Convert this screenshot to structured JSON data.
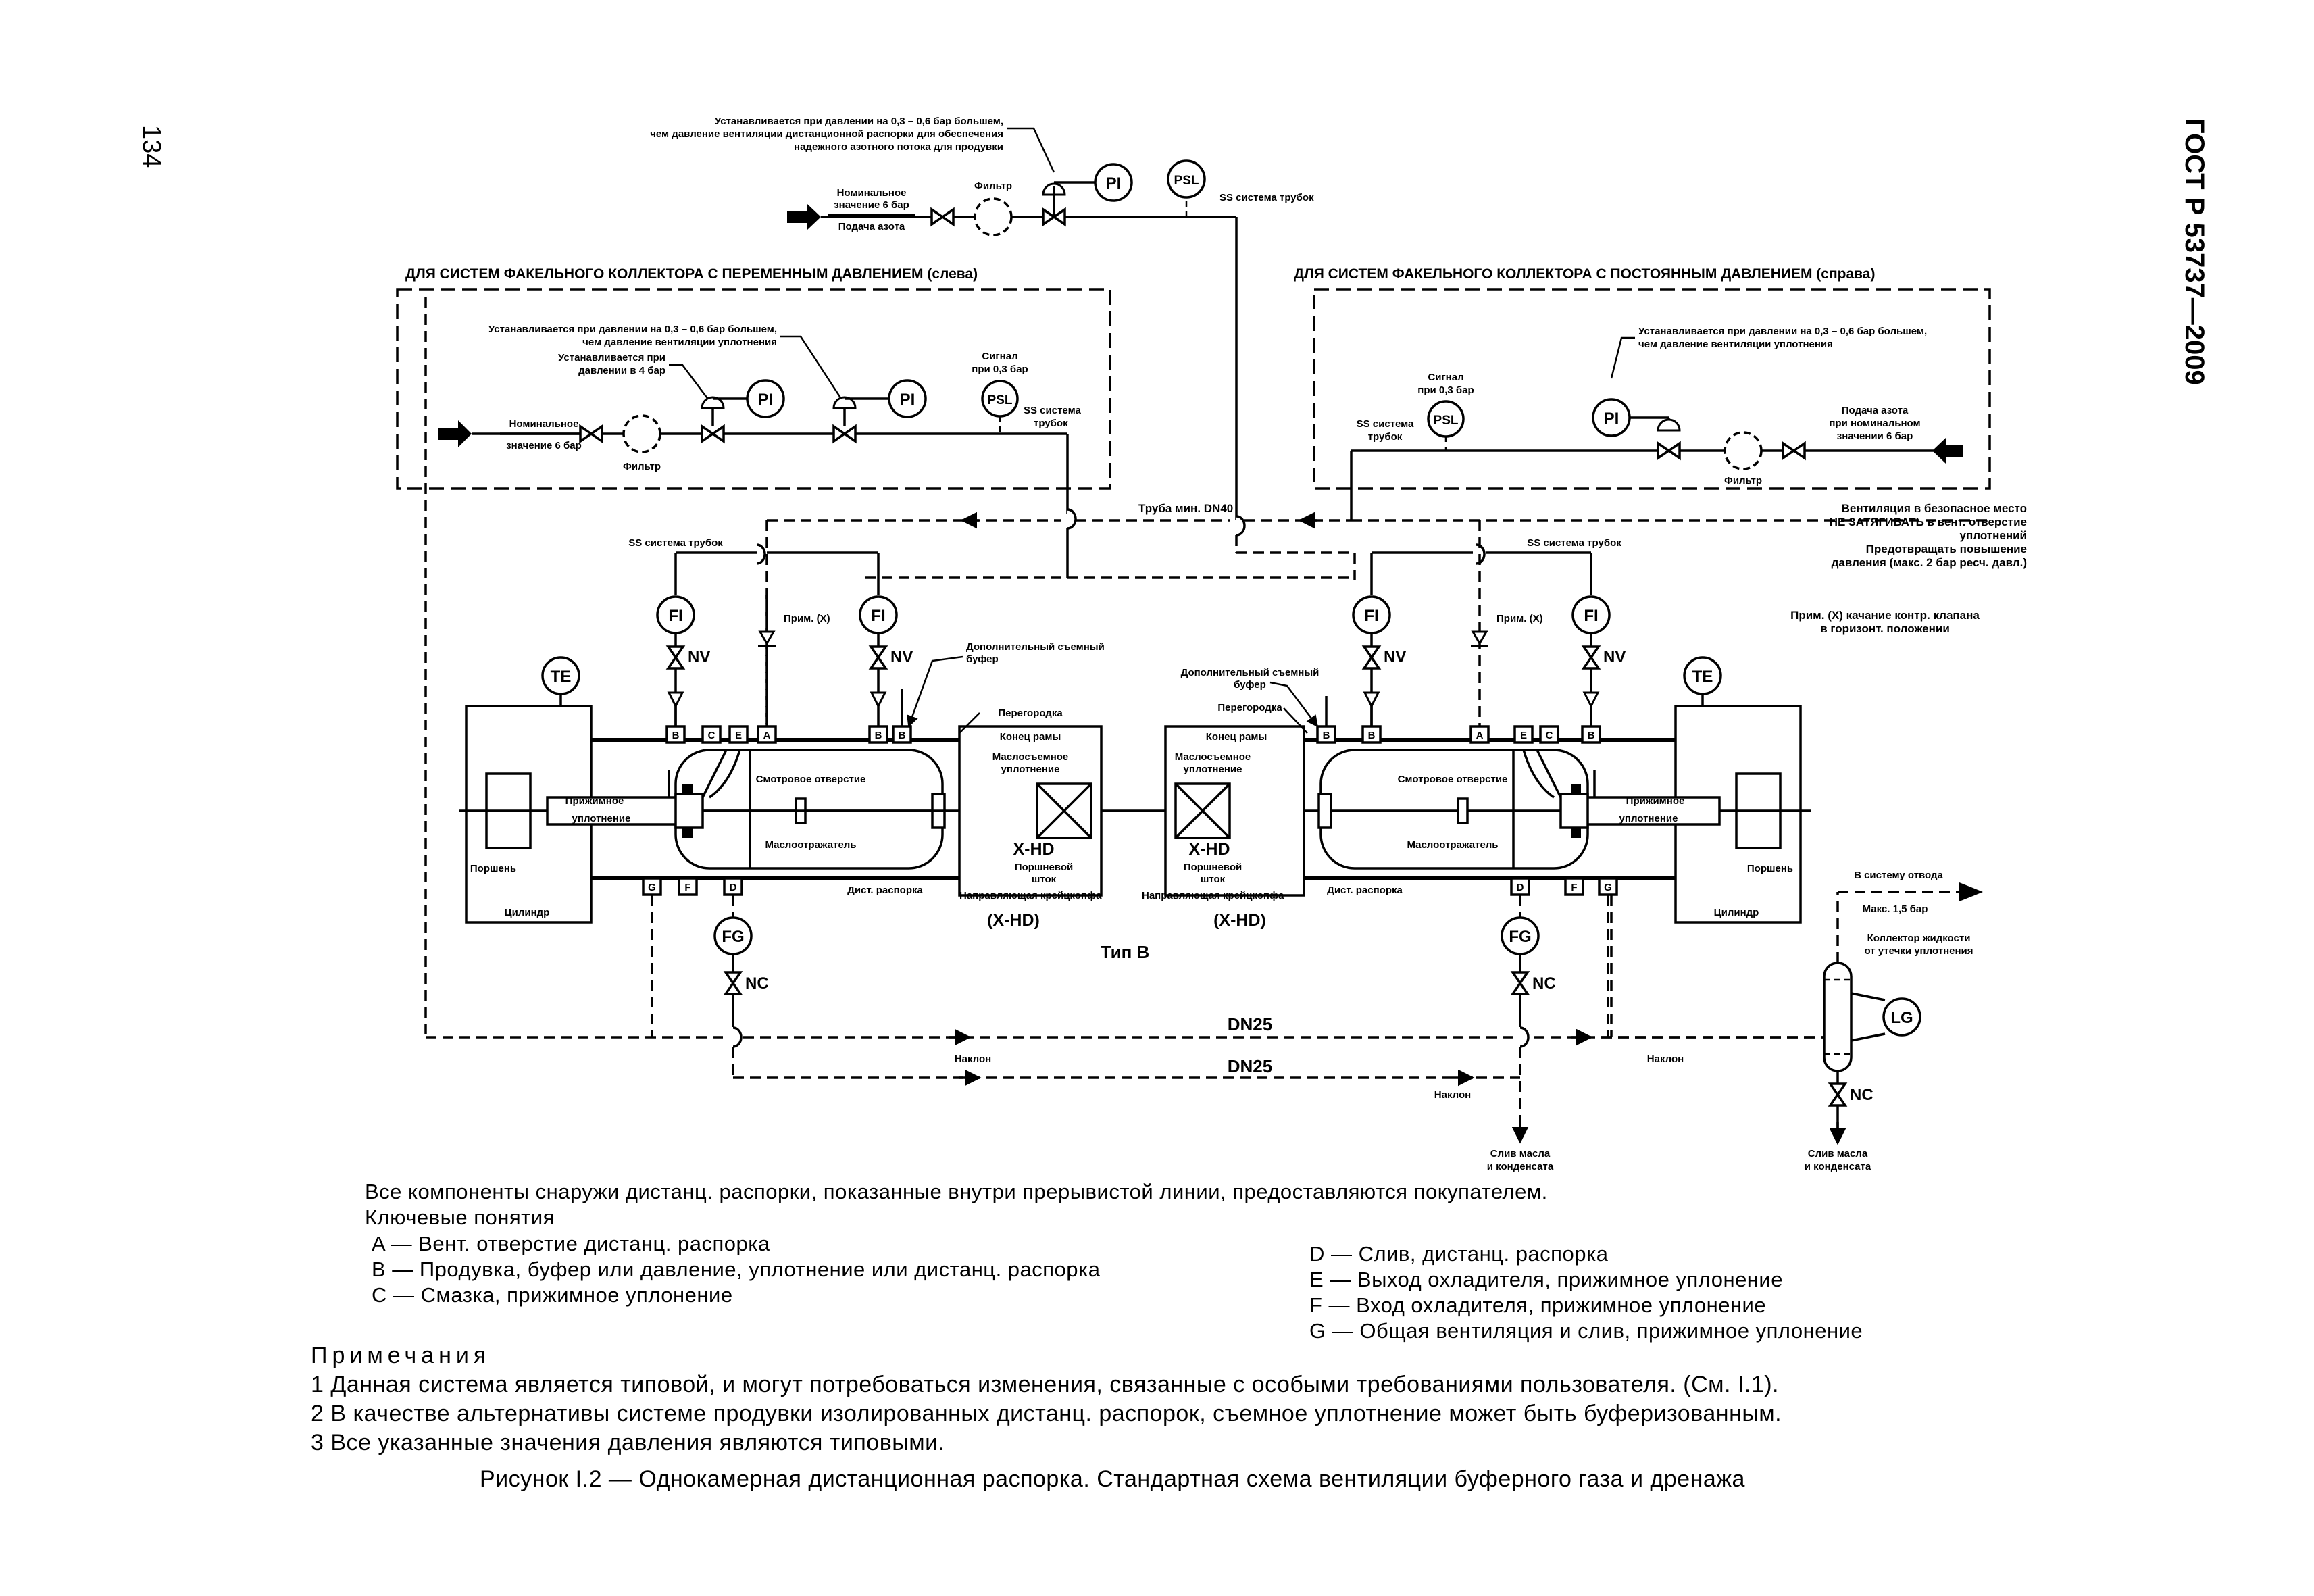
{
  "page": {
    "number": "134",
    "doc_code": "ГОСТ Р 53737—2009"
  },
  "diagram": {
    "top_note": [
      "Устанавливается при давлении на 0,3 – 0,6 бар большем,",
      "чем давление вентиляции дистанционной распорки для обеспечения",
      "надежного азотного потока для продувки"
    ],
    "nominal_top": [
      "Номинальное",
      "значение 6 бар"
    ],
    "nitrogen_supply": "Подача азота",
    "filter": "Фильтр",
    "ss_tubing": "SS система трубок",
    "box_left_title": "ДЛЯ СИСТЕМ ФАКЕЛЬНОГО КОЛЛЕКТОРА С ПЕРЕМЕННЫМ ДАВЛЕНИЕМ (слева)",
    "box_right_title": "ДЛЯ СИСТЕМ ФАКЕЛЬНОГО КОЛЛЕКТОРА С ПОСТОЯННЫМ ДАВЛЕНИЕМ (справа)",
    "box_note": [
      "Устанавливается при давлении на 0,3 – 0,6 бар большем,",
      "чем давление вентиляции уплотнения"
    ],
    "box_left_4bar": [
      "Устанавливается при",
      "давлении  в 4 бар"
    ],
    "signal": [
      "Сигнал",
      "при 0,3 бар"
    ],
    "ss_tubing_2": [
      "SS система",
      "трубок"
    ],
    "nominal_6bar": [
      "Номинальное",
      "значение 6 бар"
    ],
    "right_supply": [
      "Подача азота",
      "при номинальном",
      "значении 6 бар"
    ],
    "pipe_dn40": "Труба мин. DN40",
    "vent_note": [
      "Вентиляция в безопасное место",
      "НЕ ЗАТЯГИВАТЬ в вент. отверстие",
      "уплотнений",
      "Предотвращать повышение",
      "давления (макс. 2 бар ресч. давл.)"
    ],
    "check_note": [
      "Прим. (X) качание контр. клапана",
      "в горизонт. положении"
    ],
    "prim_x": "Прим. (X)",
    "extra_buffer": [
      "Дополнительный съемный",
      "буфер"
    ],
    "partition": "Перегородка",
    "frame_end": "Конец рамы",
    "oil_seal": [
      "Маслосъемное",
      "уплотнение"
    ],
    "sight_hole": "Смотровое отверстие",
    "packing": [
      "Прижимное",
      "уплотнение"
    ],
    "oil_deflector": "Маслоотражатель",
    "piston": "Поршень",
    "cylinder": "Цилиндр",
    "xhd": "X-HD",
    "piston_rod": [
      "Поршневой",
      "шток"
    ],
    "spacer": "Дист. распорка",
    "crosshead_guide": "Направляющая крейцкопфа",
    "xhd_paren": "(X-HD)",
    "type_b": "Тип В",
    "dn25": "DN25",
    "slope": "Наклон",
    "drain": [
      "Слив масла",
      "и конденсата"
    ],
    "to_vent": "В систему отвода",
    "max15": "Макс. 1,5 бар",
    "collector": [
      "Коллектор жидкости",
      "от утечки уплотнения"
    ],
    "instruments": {
      "pi": "PI",
      "psl": "PSL",
      "fi": "FI",
      "te": "TE",
      "fg": "FG",
      "lg": "LG",
      "nv": "NV",
      "nc": "NC"
    },
    "port_letters": [
      "A",
      "B",
      "C",
      "D",
      "E",
      "F",
      "G"
    ]
  },
  "legend": {
    "intro": "Все компоненты снаружи дистанц. распорки, показанные внутри прерывистой линии, предоставляются покупателем.",
    "key_title": "Ключевые понятия",
    "left": [
      "A — Вент. отверстие дистанц. распорка",
      "B — Продувка, буфер или давление, уплотнение или дистанц. распорка",
      "C — Смазка, прижимное уплонение"
    ],
    "right": [
      "D — Слив, дистанц. распорка",
      "E — Выход охладителя, прижимное уплонение",
      "F — Вход охладителя, прижимное уплонение",
      "G — Общая вентиляция и слив, прижимное уплонение"
    ]
  },
  "notes": {
    "title": "Примечания",
    "items": [
      "1 Данная система является типовой, и могут потребоваться изменения, связанные с особыми требованиями пользователя. (См. I.1).",
      "2 В качестве альтернативы системе продувки изолированных дистанц. распорок, съемное уплотнение может быть буферизованным.",
      "3 Все указанные значения давления являются типовыми."
    ]
  },
  "caption": "Рисунок I.2 — Однокамерная дистанционная распорка. Стандартная схема вентиляции буферного газа и дренажа"
}
